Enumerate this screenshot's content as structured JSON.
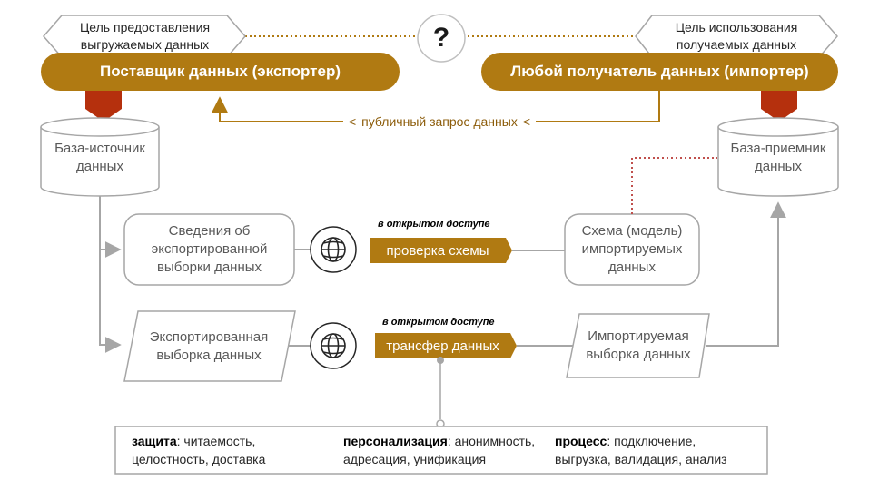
{
  "colors": {
    "gold": "#b07a12",
    "dark_red": "#b5300d",
    "grey_line": "#a6a6a6",
    "dot_red": "#c0504d",
    "text_grey": "#595959"
  },
  "top": {
    "left_goal_line1": "Цель предоставления",
    "left_goal_line2": "выгружаемых данных",
    "right_goal_line1": "Цель использования",
    "right_goal_line2": "получаемых данных",
    "question": "?",
    "exporter": "Поставщик данных (экспортер)",
    "importer": "Любой получатель данных (импортер)",
    "public_request": "публичный запрос данных"
  },
  "databases": {
    "source_line1": "База-источник",
    "source_line2": "данных",
    "target_line1": "База-приемник",
    "target_line2": "данных"
  },
  "row1": {
    "left_line1": "Сведения об",
    "left_line2": "экспортированной",
    "left_line3": "выборки данных",
    "access": "в открытом доступе",
    "action": "проверка схемы",
    "right_line1": "Схема (модель)",
    "right_line2": "импортируемых",
    "right_line3": "данных",
    "globe_icon": "globe-icon"
  },
  "row2": {
    "left_line1": "Экспортированная",
    "left_line2": "выборка данных",
    "access": "в открытом доступе",
    "action": "трансфер данных",
    "right_line1": "Импортируемая",
    "right_line2": "выборка данных",
    "globe_icon": "globe-icon"
  },
  "legend": {
    "col1_title": "защита",
    "col1_line1": ": читаемость,",
    "col1_line2": "целостность, доставка",
    "col2_title": "персонализация",
    "col2_line1": ": анонимность,",
    "col2_line2": "адресация, унификация",
    "col3_title": "процесс",
    "col3_line1": ": подключение,",
    "col3_line2": "выгрузка, валидация, анализ"
  }
}
